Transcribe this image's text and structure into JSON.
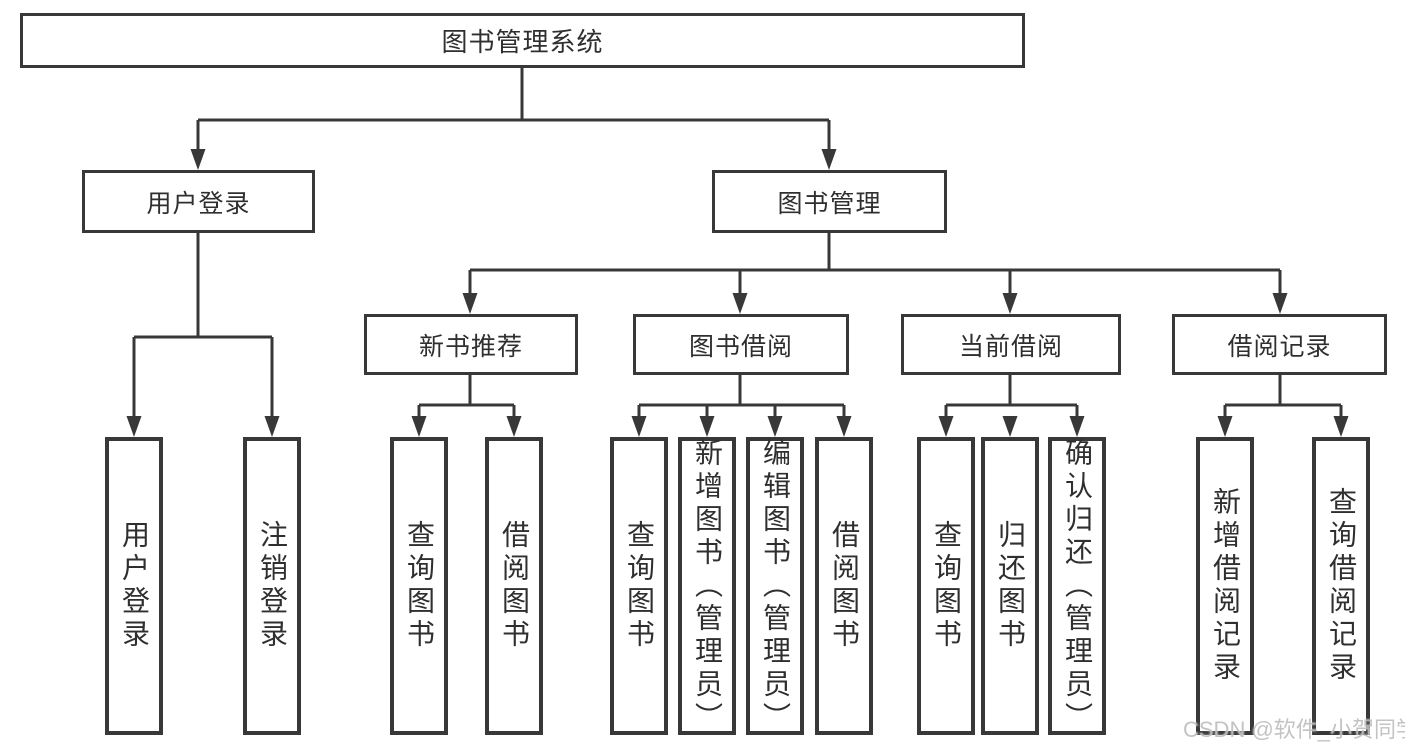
{
  "diagram": {
    "root": {
      "label": "图书管理系统",
      "children": [
        {
          "label": "用户登录",
          "children": [
            {
              "label": "用户登录"
            },
            {
              "label": "注销登录"
            }
          ]
        },
        {
          "label": "图书管理",
          "children": [
            {
              "label": "新书推荐",
              "children": [
                {
                  "label": "查询图书"
                },
                {
                  "label": "借阅图书"
                }
              ]
            },
            {
              "label": "图书借阅",
              "children": [
                {
                  "label": "查询图书"
                },
                {
                  "label": "新增图书（管理员）"
                },
                {
                  "label": "编辑图书（管理员）"
                },
                {
                  "label": "借阅图书"
                }
              ]
            },
            {
              "label": "当前借阅",
              "children": [
                {
                  "label": "查询图书"
                },
                {
                  "label": "归还图书"
                },
                {
                  "label": "确认归还（管理员）"
                }
              ]
            },
            {
              "label": "借阅记录",
              "children": [
                {
                  "label": "新增借阅记录"
                },
                {
                  "label": "查询借阅记录"
                }
              ]
            }
          ]
        }
      ]
    }
  },
  "watermark": {
    "text": "CSDN @软件_小贺同学"
  },
  "colors": {
    "line": "#383838",
    "text": "#2f2f2f",
    "watermark": "#b9b9b9",
    "background": "#ffffff"
  }
}
